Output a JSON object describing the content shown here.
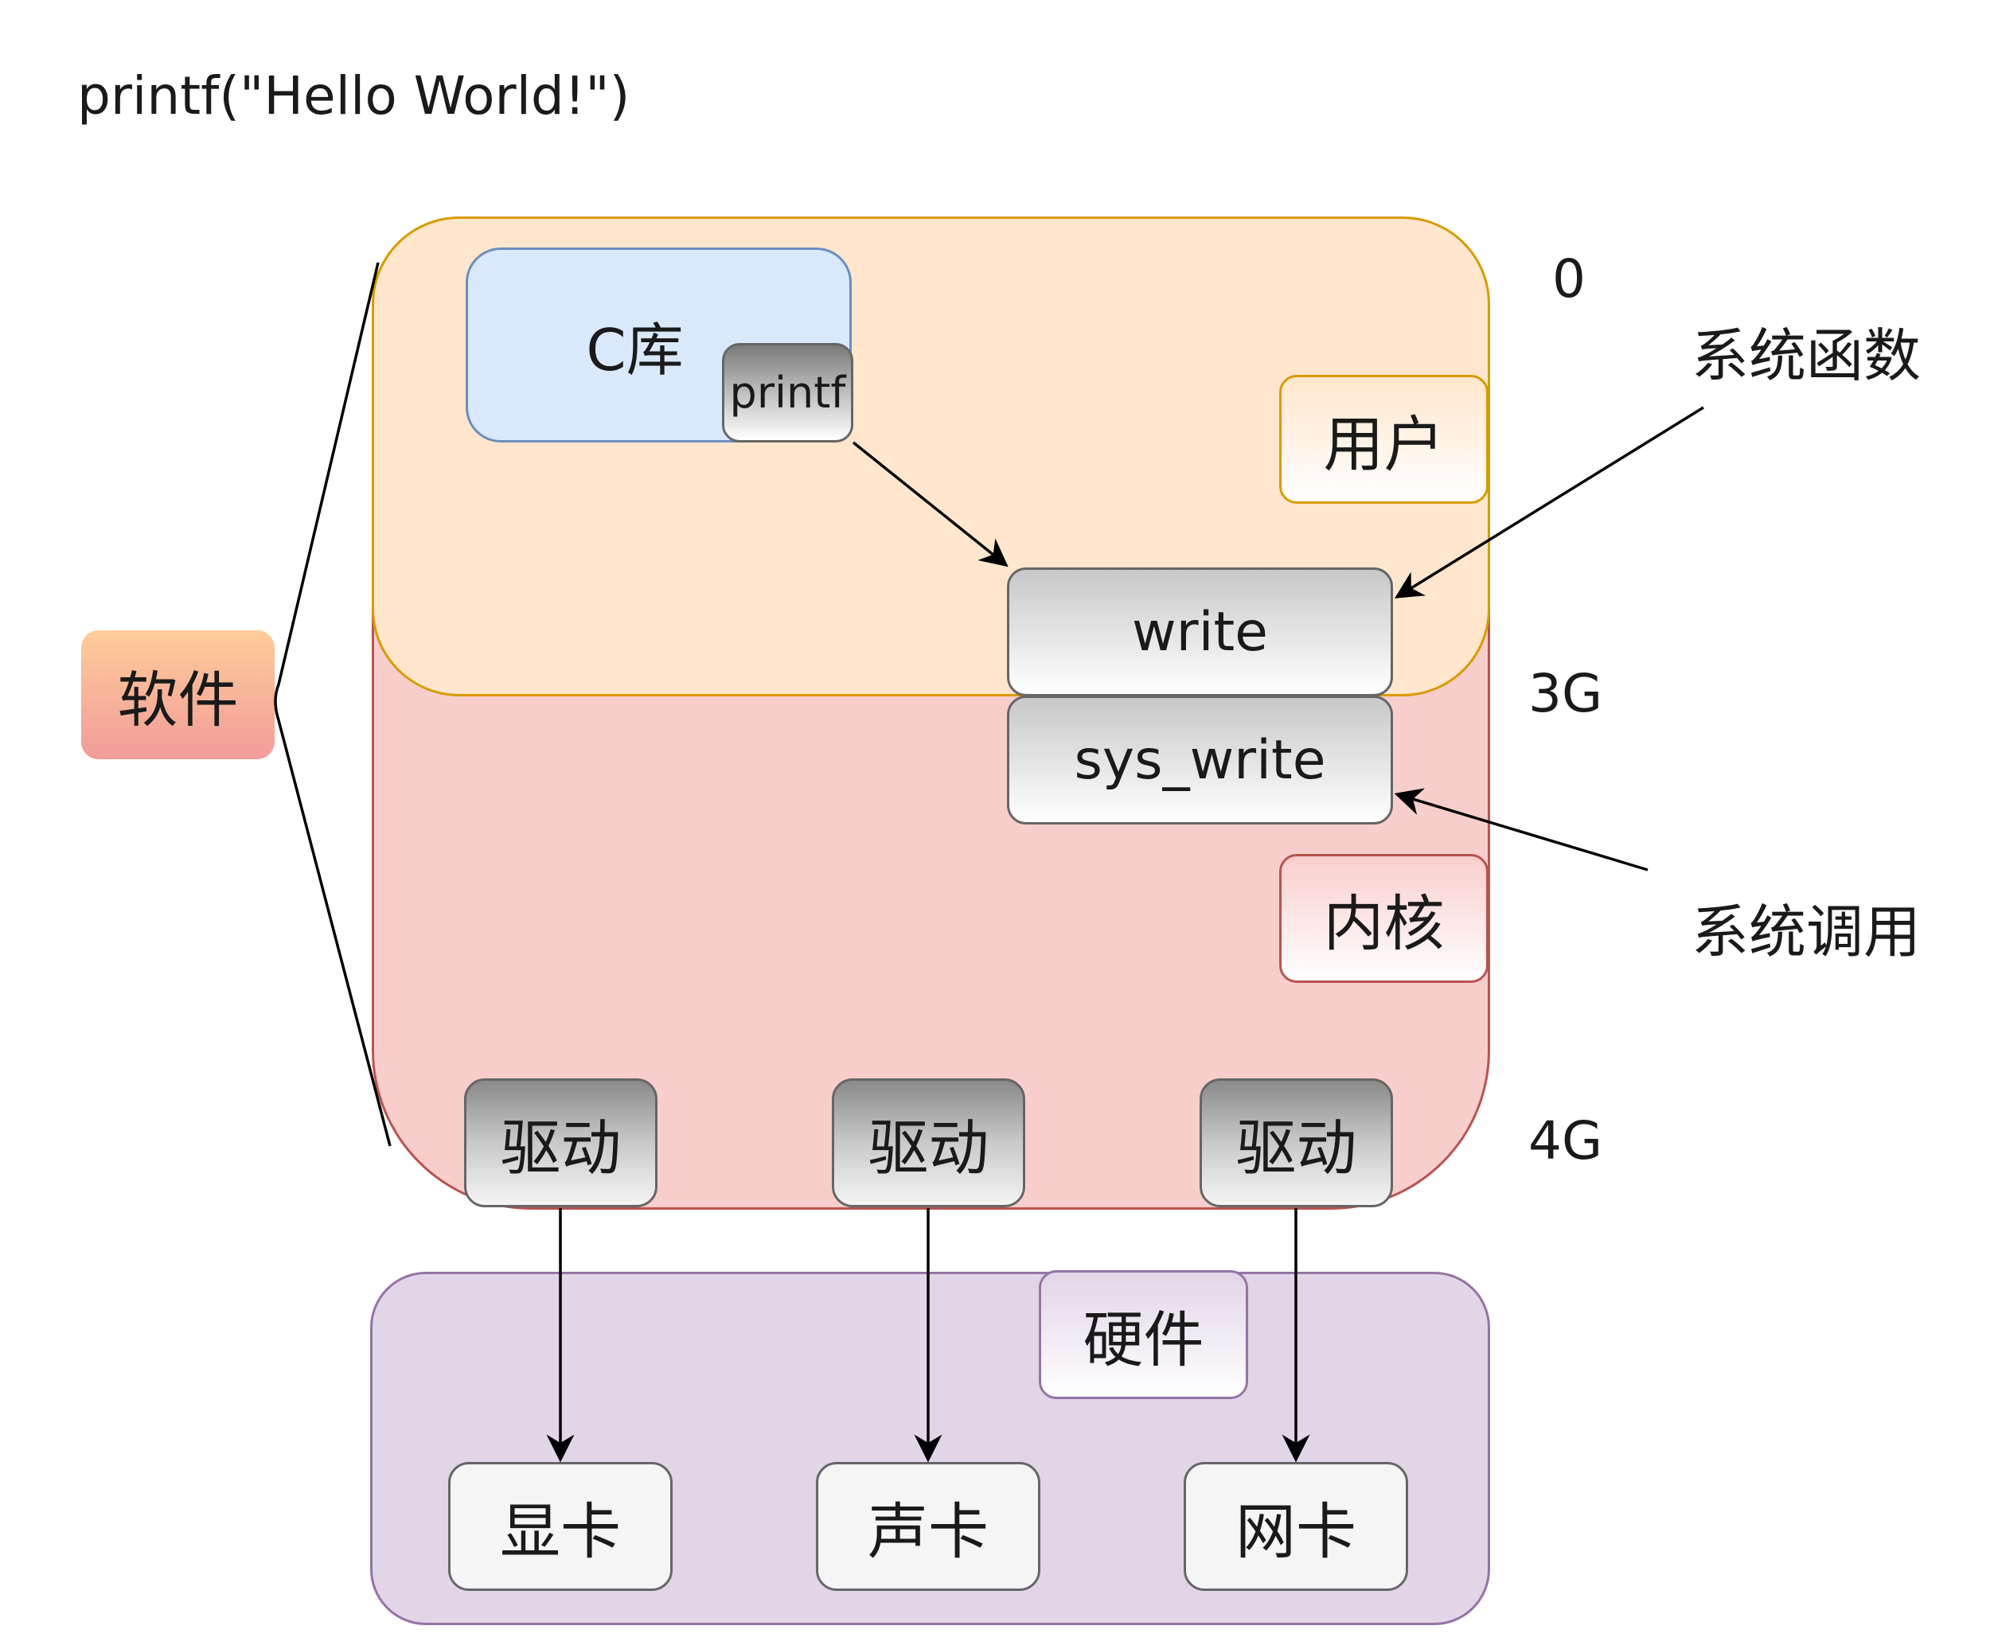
{
  "title": "printf(\"Hello World!\")",
  "regions": {
    "software_tag": "软件",
    "user_tag": "用户",
    "kernel_tag": "内核",
    "hardware_tag": "硬件"
  },
  "nodes": {
    "clib": "C库",
    "printf": "printf",
    "write": "write",
    "sys_write": "sys_write",
    "drivers": [
      "驱动",
      "驱动",
      "驱动"
    ],
    "hardware": [
      "显卡",
      "声卡",
      "网卡"
    ]
  },
  "address_marks": [
    "0",
    "3G",
    "4G"
  ],
  "callouts": {
    "system_function": "系统函数",
    "system_call": "系统调用"
  },
  "colors": {
    "user_fill": "#ffe6cc",
    "user_stroke": "#d79b00",
    "kernel_fill": "#f8cecc",
    "kernel_stroke": "#b85450",
    "hardware_fill": "#e1d5e7",
    "hardware_stroke": "#9673a6",
    "clib_fill": "#dae8fc",
    "clib_stroke": "#6c8ebf"
  }
}
